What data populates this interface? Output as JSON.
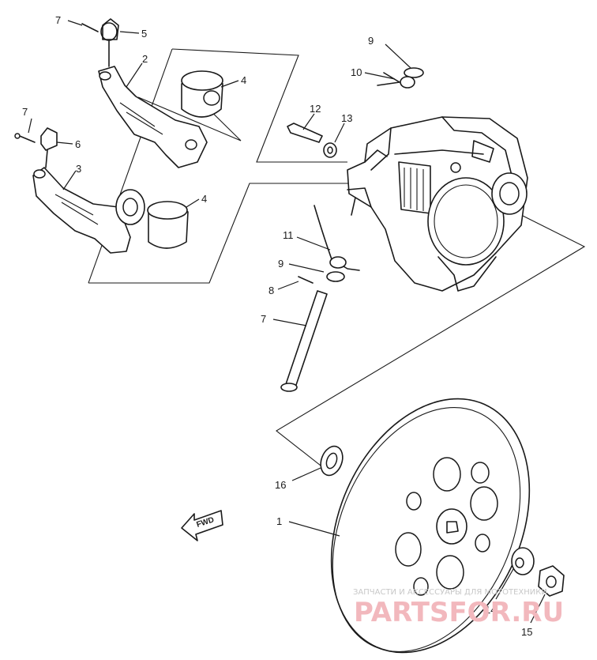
{
  "callouts": [
    {
      "id": "c1",
      "label": "1"
    },
    {
      "id": "c2",
      "label": "2"
    },
    {
      "id": "c3",
      "label": "3"
    },
    {
      "id": "c4a",
      "label": "4"
    },
    {
      "id": "c4b",
      "label": "4"
    },
    {
      "id": "c5",
      "label": "5"
    },
    {
      "id": "c6",
      "label": "6"
    },
    {
      "id": "c7a",
      "label": "7"
    },
    {
      "id": "c7b",
      "label": "7"
    },
    {
      "id": "c7c",
      "label": "7"
    },
    {
      "id": "c8",
      "label": "8"
    },
    {
      "id": "c9a",
      "label": "9"
    },
    {
      "id": "c9b",
      "label": "9"
    },
    {
      "id": "c10",
      "label": "10"
    },
    {
      "id": "c11",
      "label": "11"
    },
    {
      "id": "c12",
      "label": "12"
    },
    {
      "id": "c13",
      "label": "13"
    },
    {
      "id": "c14",
      "label": "14"
    },
    {
      "id": "c15",
      "label": "15"
    },
    {
      "id": "c16",
      "label": "16"
    }
  ],
  "direction_marker": "FWD",
  "watermark": {
    "caption": "ЗАПЧАСТИ И АКСЕССУАРЫ ДЛЯ МОТОТЕХНИКИ",
    "brand": "PARTSFOR.RU"
  }
}
